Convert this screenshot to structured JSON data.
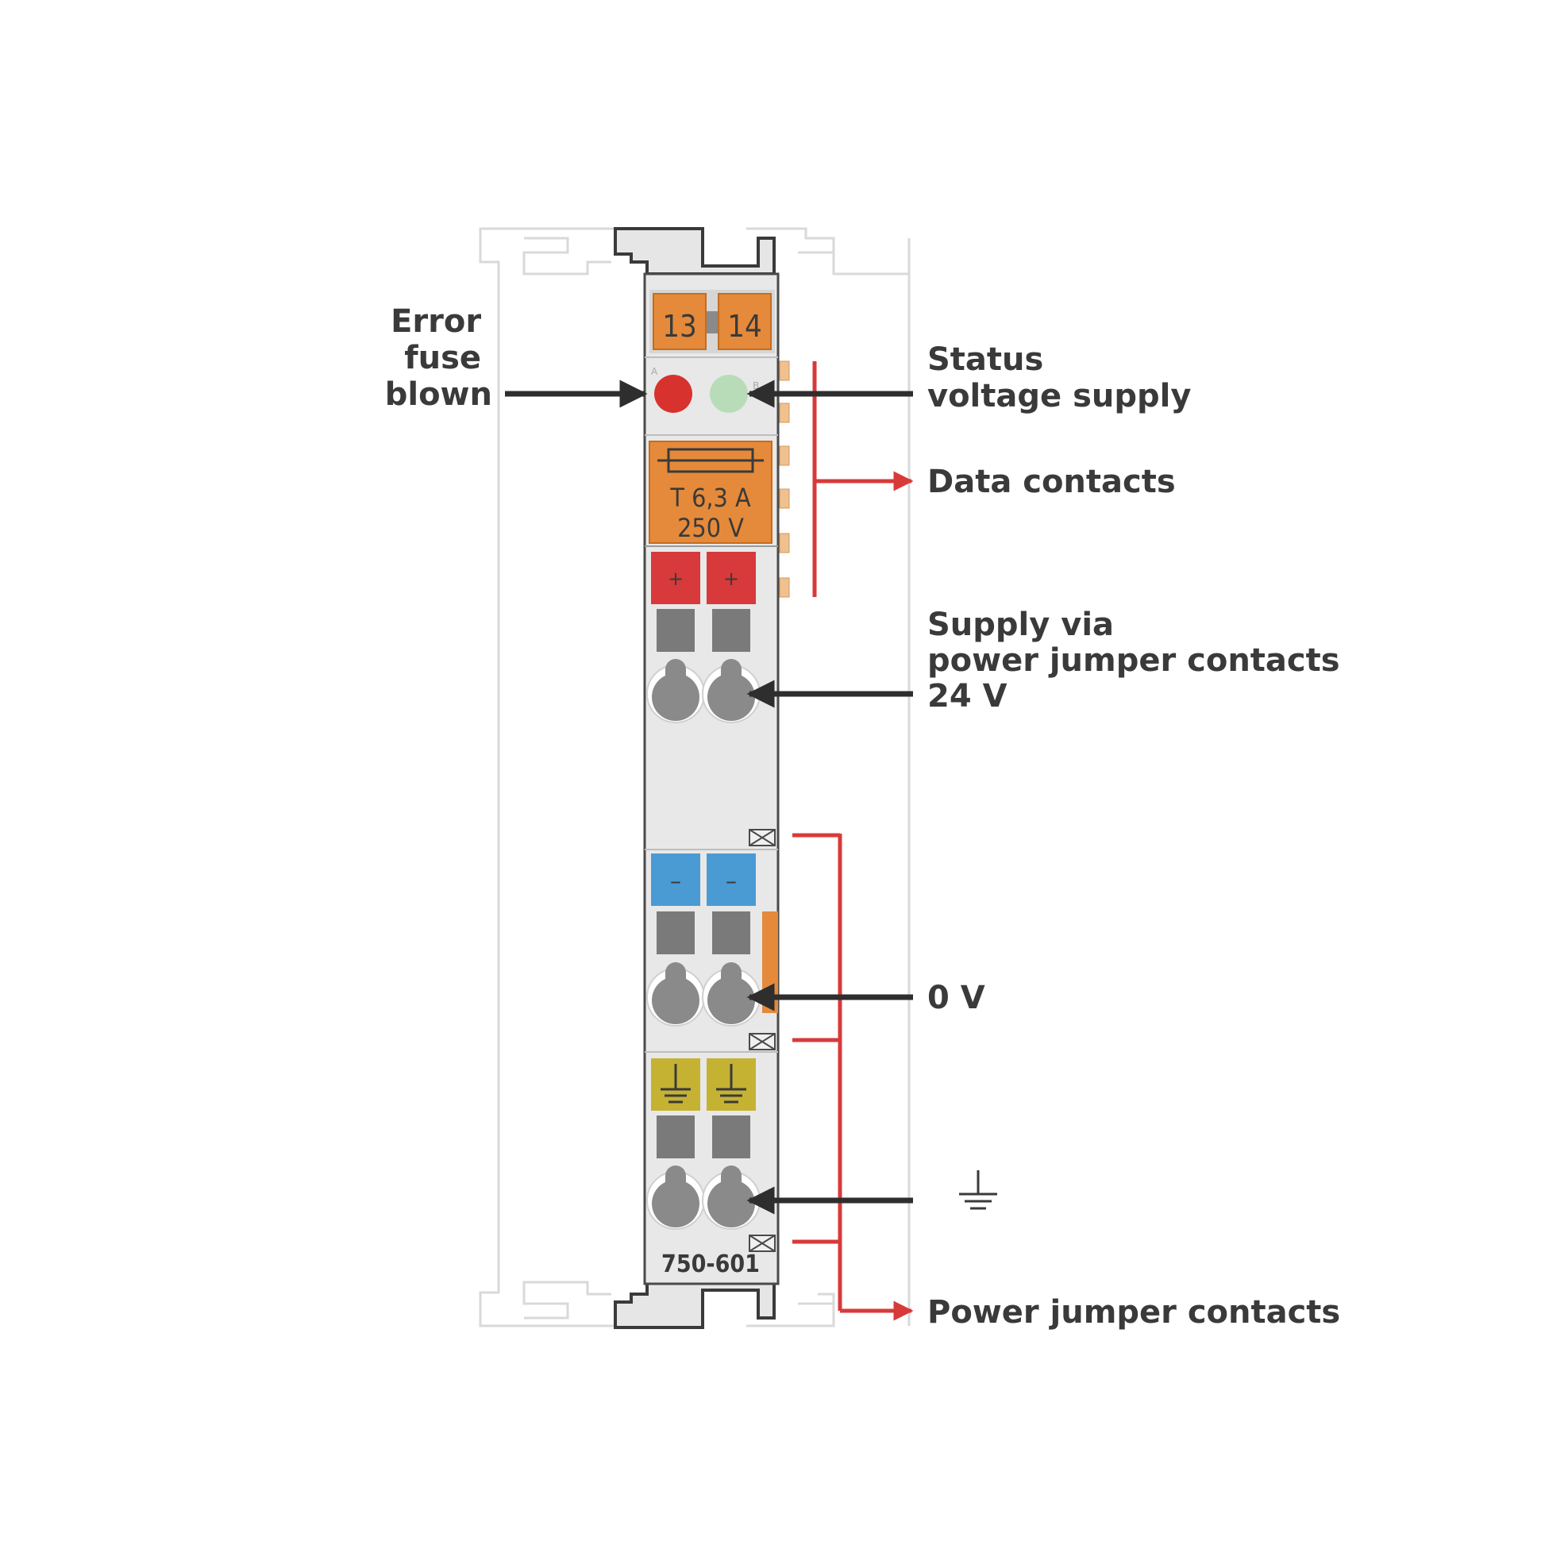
{
  "terminal_labels": {
    "left": "13",
    "right": "14"
  },
  "fuse": {
    "line1": "T 6,3 A",
    "line2": "250 V"
  },
  "plus_sign": "+",
  "minus_sign": "–",
  "model_number": "750-601",
  "labels": {
    "error_fuse": [
      "Error",
      "fuse",
      "blown"
    ],
    "status_voltage": [
      "Status",
      "voltage supply"
    ],
    "data_contacts": "Data contacts",
    "supply_via": [
      "Supply via",
      "power jumper contacts",
      "24 V"
    ],
    "zero_v": "0 V",
    "power_jumper": "Power jumper contacts"
  },
  "colors": {
    "led_error": "#d8322e",
    "led_status": "#b9dcb8",
    "fuse": "#e58a3a",
    "terminal_orange": "#e58a3a",
    "plus_terminal": "#d8393a",
    "minus_terminal": "#4a9ad4",
    "ground_terminal": "#c5b233",
    "arrow_red": "#d83a3a",
    "arrow_dark": "#2e2e2e",
    "label_text": "#3a3a3a"
  }
}
